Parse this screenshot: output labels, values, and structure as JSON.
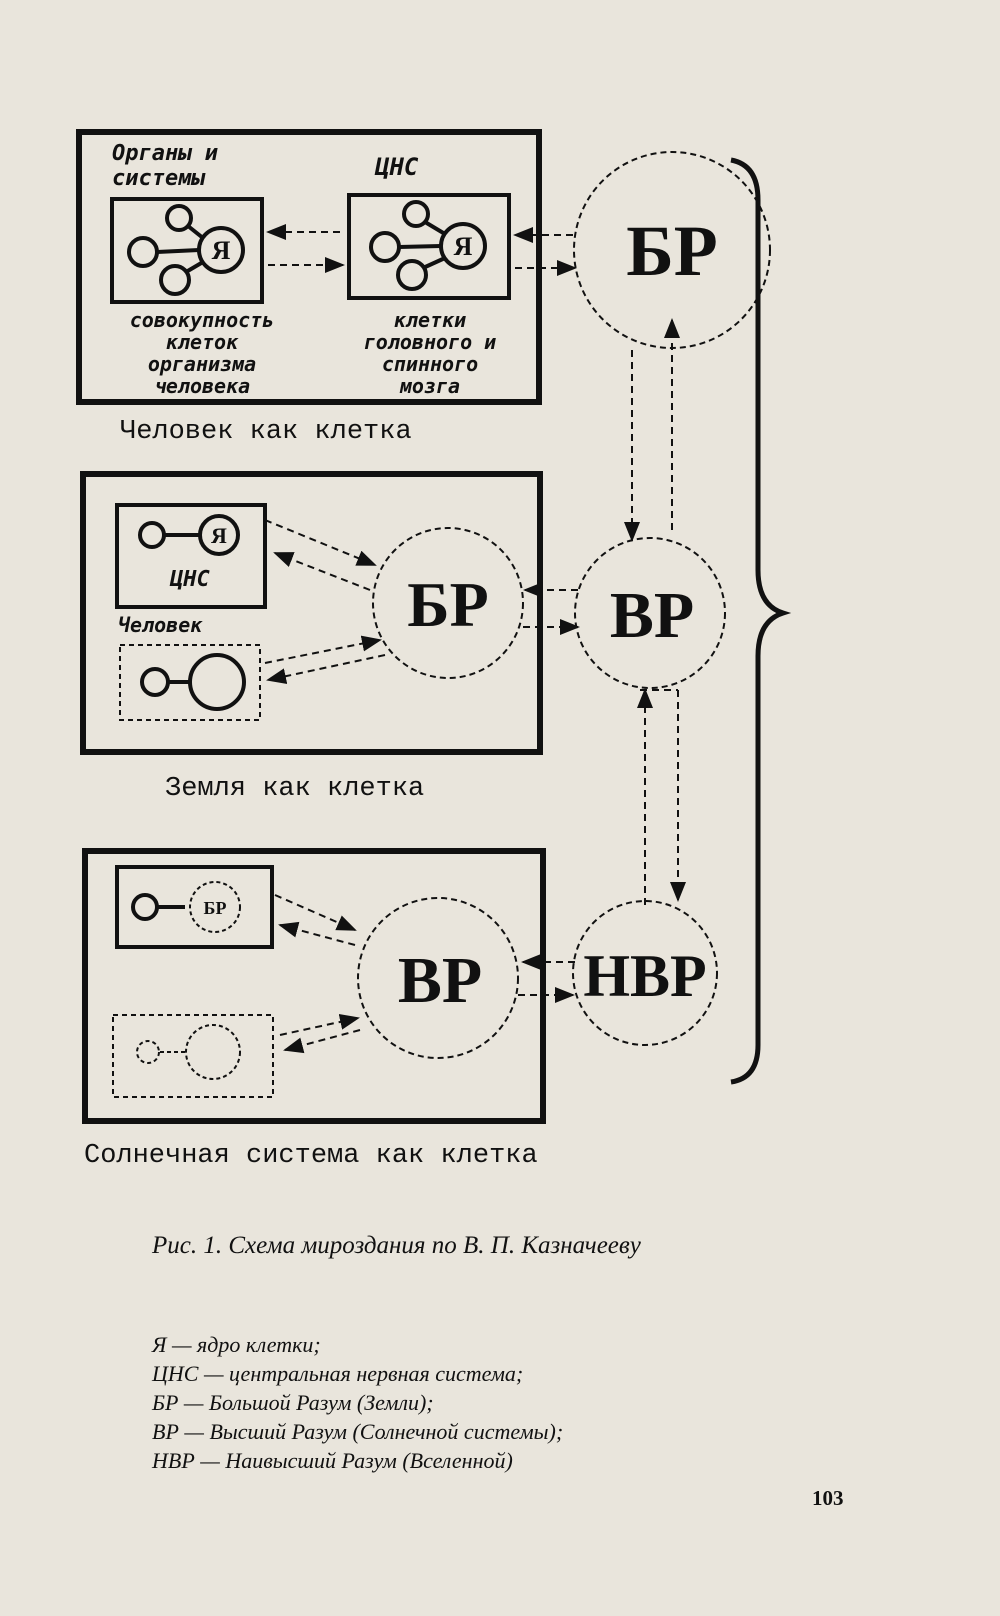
{
  "diagram": {
    "human_cell": {
      "title": "Человек как клетка",
      "organs_label": [
        "Органы и",
        "системы"
      ],
      "cns_label": "ЦНС",
      "nucleus": "Я",
      "organs_desc": [
        "совокупность",
        "клеток",
        "организма",
        "человека"
      ],
      "cns_desc": [
        "клетки",
        "головного и",
        "спинного",
        "мозга"
      ]
    },
    "earth_cell": {
      "title": "Земля как клетка",
      "nucleus": "Я",
      "cns_label": "ЦНС",
      "human_label": "Человек"
    },
    "solar_cell": {
      "title": "Солнечная система как клетка",
      "inner_label": "БР"
    },
    "nodes": {
      "br": "БР",
      "vr": "ВР",
      "nvr": "НВР"
    }
  },
  "caption": "Рис. 1. Схема мироздания по В. П. Казначееву",
  "legend": [
    "Я — ядро клетки;",
    "ЦНС — центральная нервная система;",
    "БР —  Большой Разум (Земли);",
    "ВР — Высший Разум (Солнечной системы);",
    "НВР — Наивысший Разум (Вселенной)"
  ],
  "page_number": "103"
}
